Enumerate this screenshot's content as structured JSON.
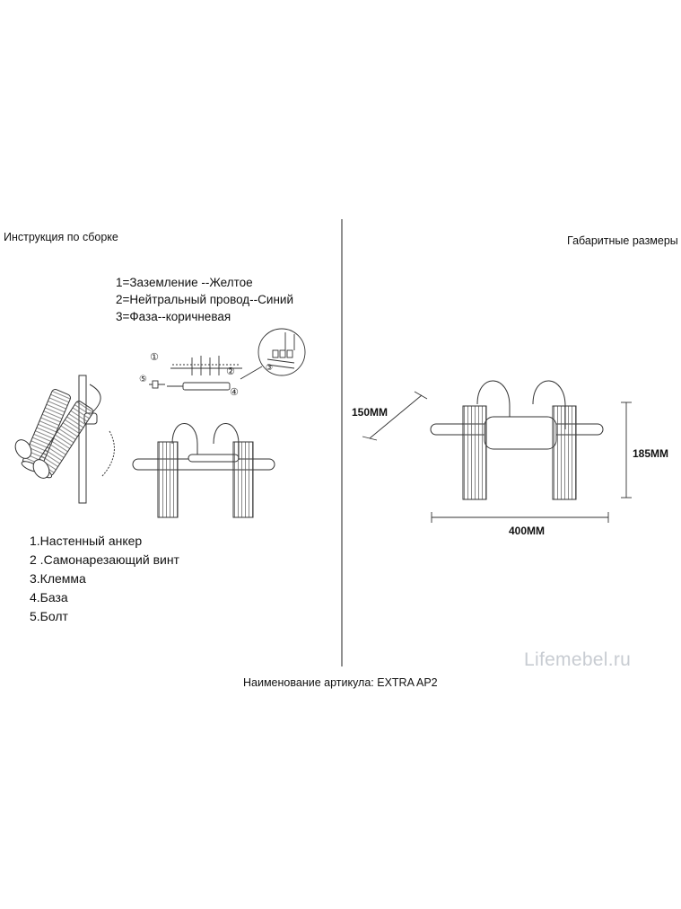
{
  "left_title": "Инструкция по сборке",
  "right_title": "Габаритные размеры",
  "wiring": [
    "1=Заземление --Желтое",
    "2=Нейтральный провод--Синий",
    "3=Фаза--коричневая"
  ],
  "parts": [
    "1.Настенный анкер",
    "2 .Самонарезающий винт",
    "3.Клемма",
    "4.База",
    "5.Болт"
  ],
  "callouts": [
    "①",
    "②",
    "③",
    "④",
    "⑤"
  ],
  "dimensions": {
    "depth": "150MM",
    "height": "185MM",
    "width": "400MM"
  },
  "article": "Наименование артикула: EXTRA AP2",
  "watermark": "Lifemebel.ru",
  "colors": {
    "line": "#333333",
    "watermark": "#c8ccd2"
  }
}
